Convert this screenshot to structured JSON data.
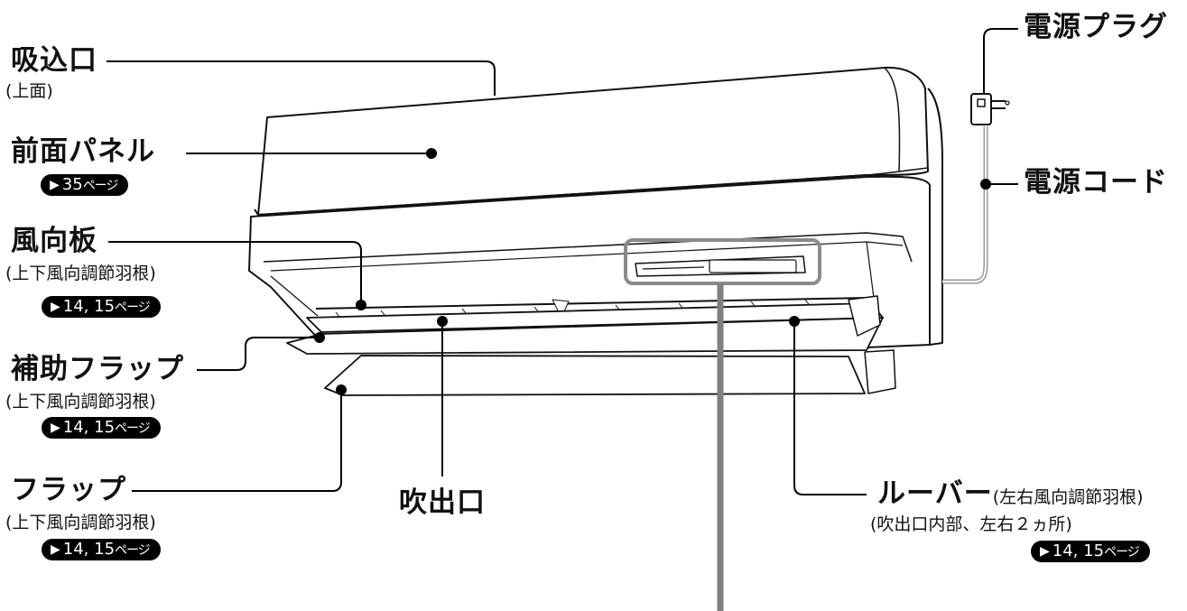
{
  "labels": {
    "intake": {
      "title": "吸込口",
      "note": "(上面)"
    },
    "front_panel": {
      "title": "前面パネル",
      "ref": {
        "num": "35",
        "suffix": "ページ"
      }
    },
    "vane": {
      "title": "風向板",
      "note": "(上下風向調節羽根)",
      "ref": {
        "num": "14, 15",
        "suffix": "ページ"
      }
    },
    "aux_flap": {
      "title": "補助フラップ",
      "note": "(上下風向調節羽根)",
      "ref": {
        "num": "14, 15",
        "suffix": "ページ"
      }
    },
    "flap": {
      "title": "フラップ",
      "note": "(上下風向調節羽根)",
      "ref": {
        "num": "14, 15",
        "suffix": "ページ"
      }
    },
    "outlet": {
      "title": "吹出口"
    },
    "louver": {
      "title": "ルーバー",
      "title_note": "(左右風向調節羽根)",
      "note": "(吹出口内部、左右２ヵ所)",
      "ref": {
        "num": "14, 15",
        "suffix": "ページ"
      }
    },
    "power_plug": {
      "title": "電源プラグ"
    },
    "power_cord": {
      "title": "電源コード"
    }
  },
  "ref_marker": "▶",
  "colors": {
    "ink": "#111111",
    "leader": "#000000",
    "pointer": "#808080",
    "highlight_box": "#888888"
  }
}
